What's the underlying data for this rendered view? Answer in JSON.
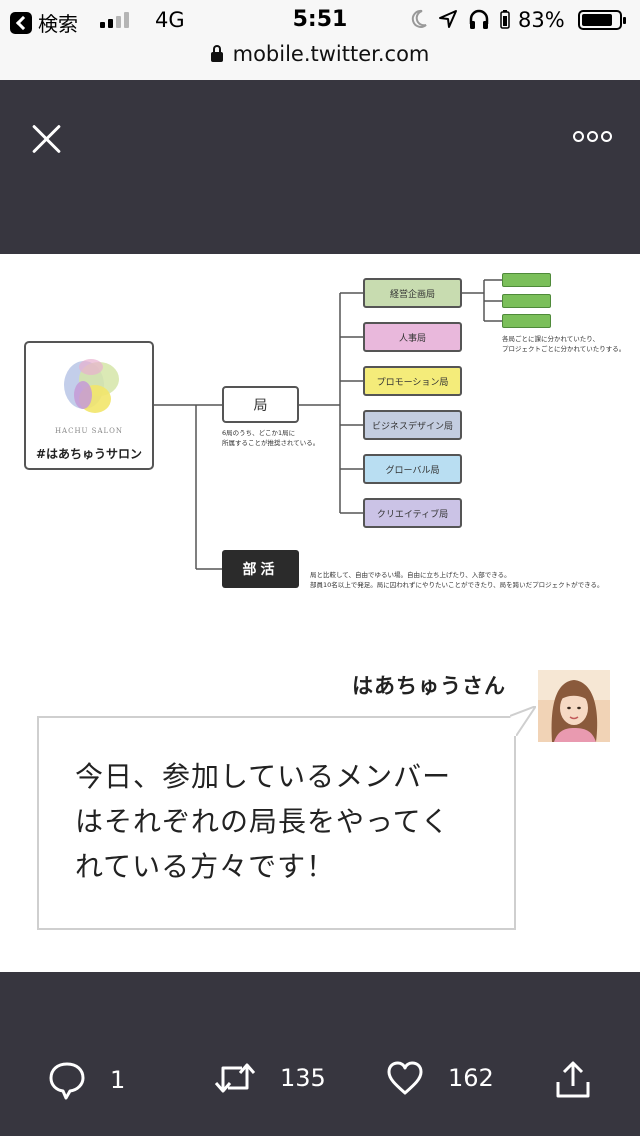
{
  "status_bar": {
    "back_label": "検索",
    "network": "4G",
    "time": "5:51",
    "battery": "83%",
    "battery_level": 0.83
  },
  "url_bar": {
    "url": "mobile.twitter.com"
  },
  "chart": {
    "salon_brand": "HACHU SALON",
    "salon_name": "#はあちゅうサロン",
    "kyoku_label": "局",
    "kyoku_note_1": "6局のうち、どこか1局に",
    "kyoku_note_2": "所属することが推奨されている。",
    "departments": [
      {
        "label": "経営企画局",
        "color": "#c8dcb0"
      },
      {
        "label": "人事局",
        "color": "#e9b8dc"
      },
      {
        "label": "プロモーション局",
        "color": "#f4ec7a"
      },
      {
        "label": "ビジネスデザイン局",
        "color": "#c3cde0"
      },
      {
        "label": "グローバル局",
        "color": "#b9def2"
      },
      {
        "label": "クリエイティブ局",
        "color": "#cbc3e6"
      }
    ],
    "sub_note_1": "各局ごとに課に分かれていたり、",
    "sub_note_2": "プロジェクトごとに分かれていたりする。",
    "bukatsu_label": "部活",
    "bukatsu_note_1": "局と比較して、自由でゆるい場。自由に立ち上げたり、入部できる。",
    "bukatsu_note_2": "部員10名以上で発足。局に囚われずにやりたいことができたり、局を跨いだプロジェクトができる。"
  },
  "speaker": {
    "name": "はあちゅうさん",
    "lines": [
      "今日、参加しているメンバー",
      "はそれぞれの局長をやってく",
      "れている方々です！"
    ]
  },
  "actions": {
    "reply_count": "1",
    "retweet_count": "135",
    "like_count": "162"
  }
}
